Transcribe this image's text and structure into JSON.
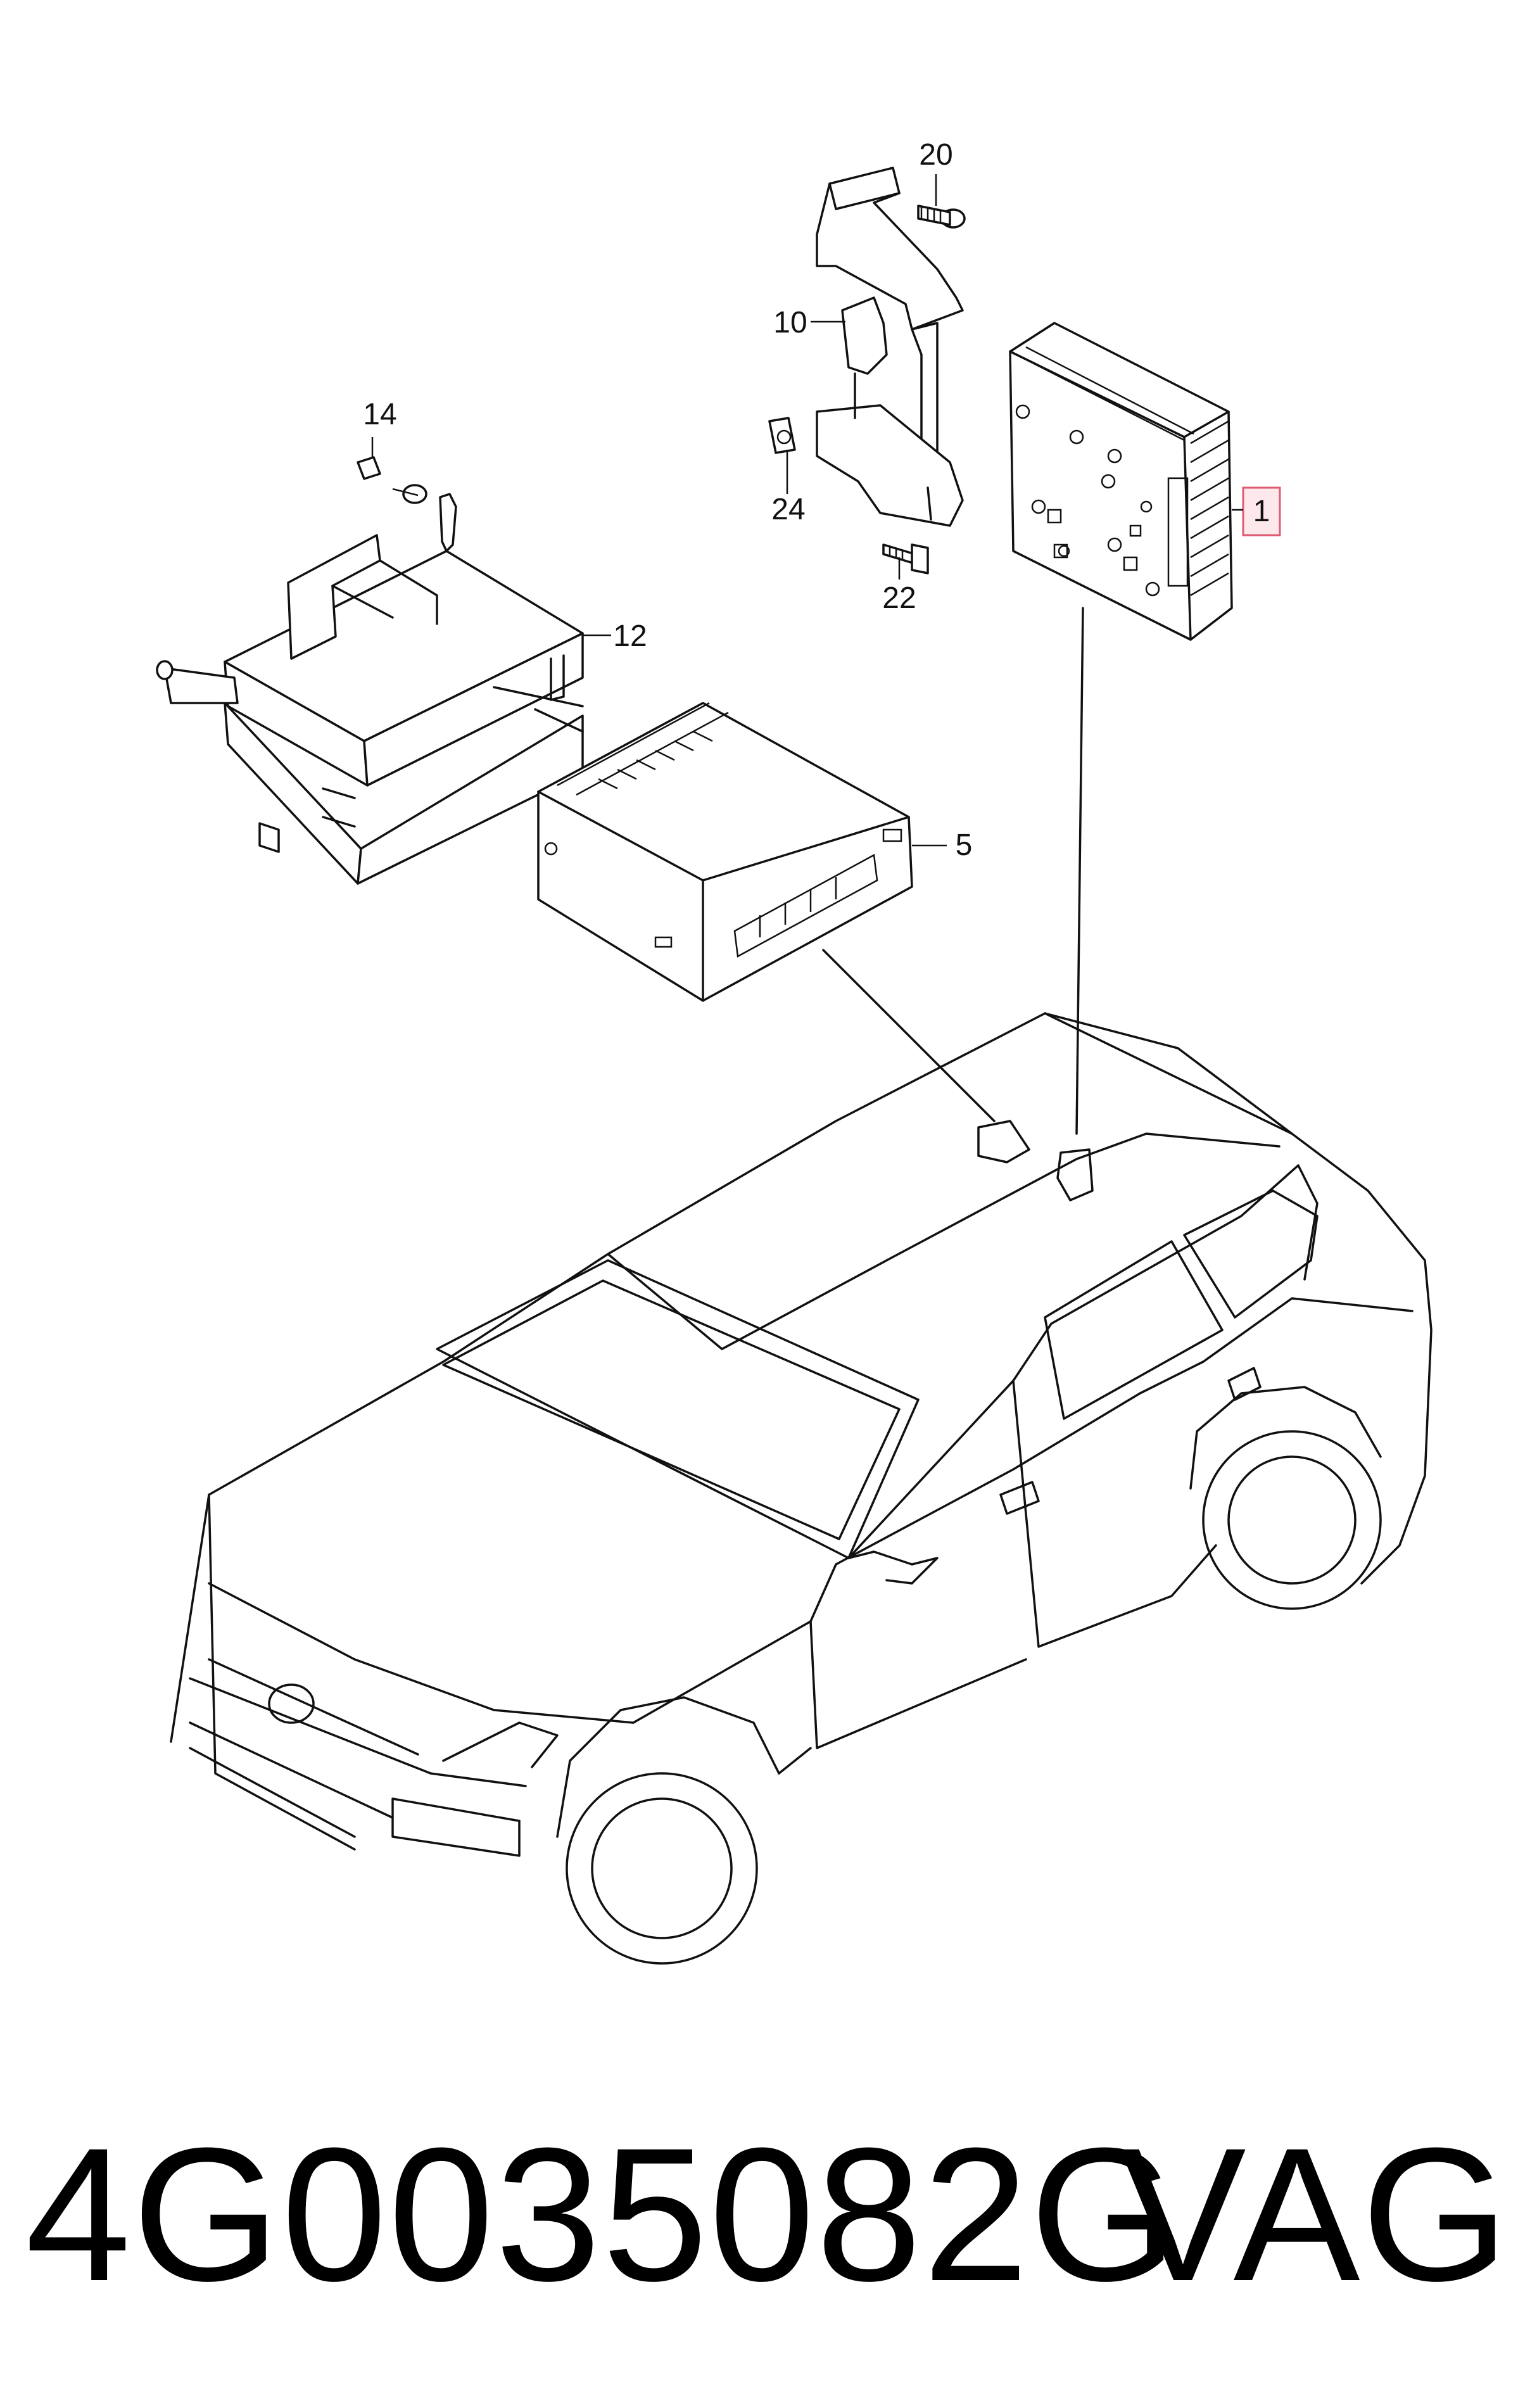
{
  "callouts": {
    "c20": "20",
    "c10": "10",
    "c14": "14",
    "c24": "24",
    "c22": "22",
    "c12": "12",
    "c1": "1",
    "c5": "5"
  },
  "footer": {
    "part_number": "4G0035082G",
    "brand": "VAG"
  },
  "colors": {
    "line": "#111111",
    "highlight_fill": "#fde8ec",
    "highlight_stroke": "#e05a72"
  }
}
